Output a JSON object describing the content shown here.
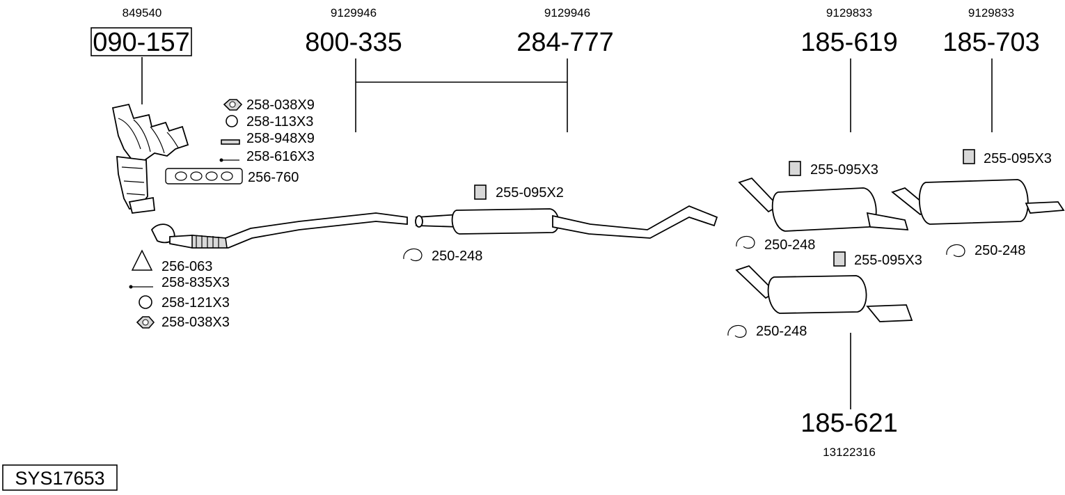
{
  "diagram": {
    "system_id": "SYS17653",
    "groups": [
      {
        "id": "cat",
        "part_no": "090-157",
        "oem": "849540",
        "boxed": true
      },
      {
        "id": "front-pipe",
        "part_no": "800-335",
        "oem": "9129946"
      },
      {
        "id": "middle",
        "part_no": "284-777",
        "oem": "9129946"
      },
      {
        "id": "rear-a",
        "part_no": "185-619",
        "oem": "9129833"
      },
      {
        "id": "rear-b",
        "part_no": "185-703",
        "oem": "9129833"
      },
      {
        "id": "rear-c",
        "part_no": "185-621",
        "oem": "13122316"
      }
    ],
    "accessories": {
      "cat_nut": "258-038X9",
      "cat_washer": "258-113X3",
      "cat_stud": "258-948X9",
      "cat_bolt": "258-616X3",
      "cat_gasket": "256-760",
      "flange_gasket": "256-063",
      "flange_bolt": "258-835X3",
      "flange_ring": "258-121X3",
      "flange_nut": "258-038X3",
      "middle_mount": "255-095X2",
      "middle_clamp": "250-248",
      "rear_a_mount": "255-095X3",
      "rear_a_clamp": "250-248",
      "rear_b_mount": "255-095X3",
      "rear_b_clamp": "250-248",
      "rear_c_mount": "255-095X3",
      "rear_c_clamp": "250-248"
    }
  }
}
